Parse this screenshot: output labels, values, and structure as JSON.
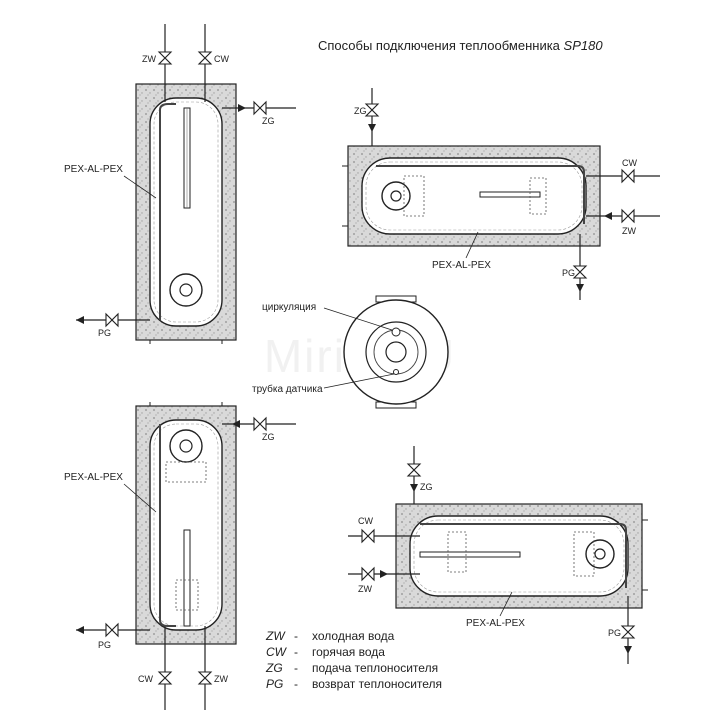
{
  "title": {
    "main": "Способы подключения теплообменника",
    "model": "SP180"
  },
  "watermark": "Mirik.RU",
  "labels": {
    "pipe_1": "PEX-AL-PEX",
    "pipe_2": "PEX-AL-PEX",
    "pipe_3": "PEX-AL-PEX",
    "pipe_4": "PEX-AL-PEX",
    "circulation": "циркуляция",
    "sensor_tube": "трубка датчика"
  },
  "ports": {
    "d1_zw": "ZW",
    "d1_cw": "CW",
    "d1_zg": "ZG",
    "d1_pg": "PG",
    "d2_zg": "ZG",
    "d2_cw": "CW",
    "d2_zw": "ZW",
    "d2_pg": "PG",
    "d3_zg": "ZG",
    "d3_cw": "CW",
    "d3_zw": "ZW",
    "d3_pg": "PG",
    "d4_zg": "ZG",
    "d4_cw": "CW",
    "d4_zw": "ZW",
    "d4_pg": "PG"
  },
  "legend": [
    {
      "code": "ZW",
      "sep": "-",
      "text": "холодная вода"
    },
    {
      "code": "CW",
      "sep": "-",
      "text": "горячая вода"
    },
    {
      "code": "ZG",
      "sep": "-",
      "text": "подача теплоносителя"
    },
    {
      "code": "PG",
      "sep": "-",
      "text": "возврат теплоносителя"
    }
  ],
  "colors": {
    "line": "#222222",
    "insulation": "#d6d6d6",
    "speckle": "#9a9a9a"
  }
}
